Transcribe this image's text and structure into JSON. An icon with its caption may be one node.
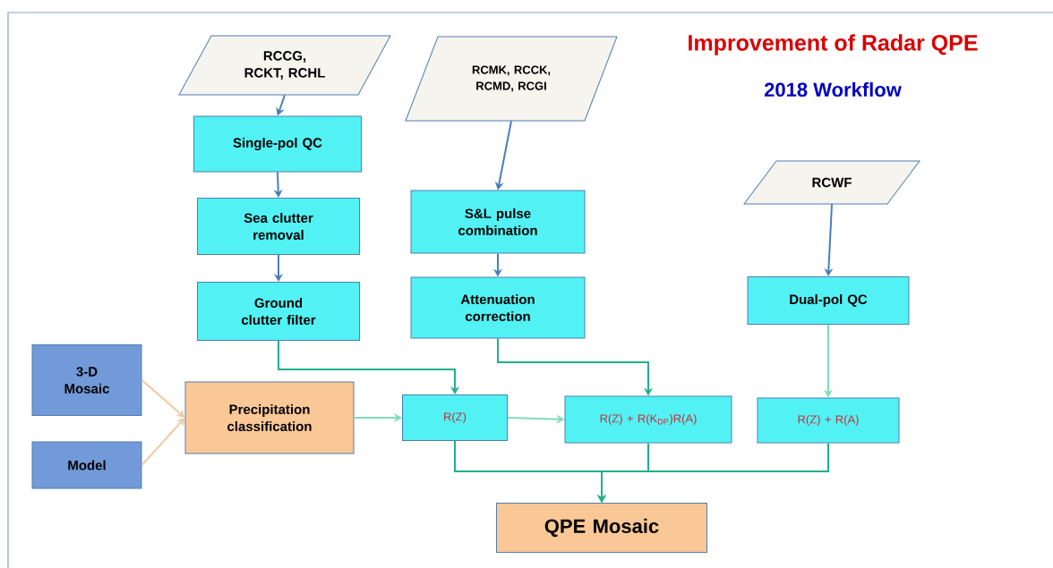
{
  "diagram": {
    "title": "Improvement of Radar QPE",
    "nodes": [
      {
        "text": [
          "RCCG, RCKT, RCHL"
        ]
      },
      {
        "text": [
          "RCMK, RCCK, RCMD, RCGI"
        ]
      },
      {
        "text": [
          "RCWF"
        ]
      },
      {
        "text": [
          "Single-pol QC"
        ]
      },
      {
        "text": [
          "Sea clutter removal"
        ]
      },
      {
        "text": [
          "Ground clutter filter"
        ]
      },
      {
        "text": [
          "S&L pulse combination"
        ]
      },
      {
        "text": [
          "Attenuation correction"
        ]
      },
      {
        "text": [
          "Dual-pol QC"
        ]
      },
      {
        "text": [
          "3-D Mosaic"
        ]
      },
      {
        "text": [
          "Model"
        ]
      },
      {
        "text": [
          "Precipitation classification"
        ]
      },
      {
        "text": [
          "R(Z)"
        ]
      },
      {
        "text": [
          "R(Z) + R(K$_{DP}$)R(A)"
        ]
      },
      {
        "text": [
          "R(Z) + R(A)"
        ]
      },
      {
        "text": [
          "QPE Mosaic"
        ]
      }
    ],
    "edges": [
      {
        "from": 0,
        "to": 3,
        "arrow": "to"
      },
      {
        "from": 3,
        "to": 4,
        "arrow": "to"
      },
      {
        "from": 4,
        "to": 5,
        "arrow": "to"
      },
      {
        "from": 1,
        "to": 6,
        "arrow": "to"
      },
      {
        "from": 6,
        "to": 7,
        "arrow": "to"
      },
      {
        "from": 2,
        "to": 8,
        "arrow": "to"
      },
      {
        "from": 5,
        "to": 12,
        "arrow": "to",
        "color": "#20b08a"
      },
      {
        "from": 7,
        "to": 13,
        "arrow": "to",
        "color": "#20b08a"
      },
      {
        "from": 8,
        "to": 14,
        "arrow": "to",
        "color": "#80dcb8"
      },
      {
        "from": 9,
        "to": 11,
        "arrow": "to",
        "color": "#f0c8a0"
      },
      {
        "from": 10,
        "to": 11,
        "arrow": "to",
        "color": "#f0c8a0"
      },
      {
        "from": 11,
        "to": 12,
        "arrow": "to",
        "color": "#80dcb8"
      },
      {
        "from": 12,
        "to": 13,
        "arrow": "to",
        "color": "#80dcb8"
      },
      {
        "from": 12,
        "to": 15,
        "arrow": "to",
        "color": "#20b08a"
      },
      {
        "from": 13,
        "to": 15,
        "arrow": "to",
        "color": "#20b08a"
      },
      {
        "from": 14,
        "to": 15,
        "arrow": "to",
        "color": "#20b08a"
      }
    ],
    "labels": [
      "2018 Workflow"
    ]
  }
}
